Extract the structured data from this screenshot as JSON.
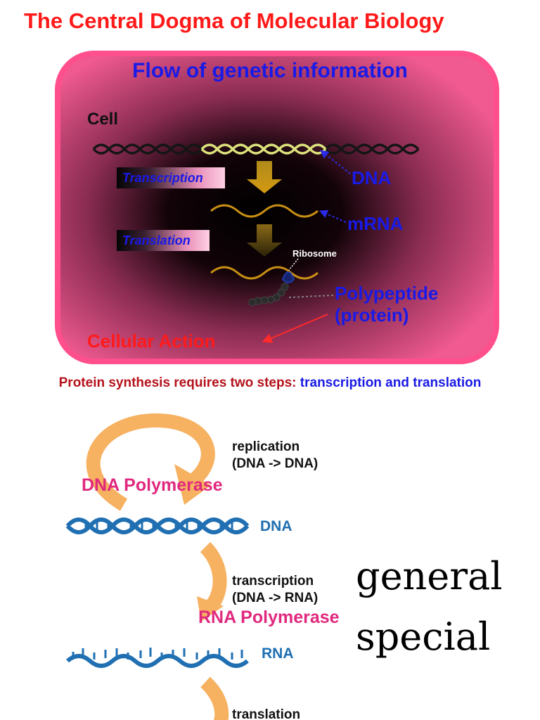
{
  "title": "The Central Dogma of Molecular Biology",
  "panel": {
    "heading": "Flow of genetic information",
    "cell_label": "Cell",
    "step_transcription": "Transcription",
    "step_translation": "Translation",
    "dna_label": "DNA",
    "mrna_label": "mRNA",
    "ribosome_label": "Ribosome",
    "polypeptide_label": "Polypeptide",
    "protein_label": "(protein)",
    "action_label": "Cellular Action"
  },
  "summary": {
    "lead": "Protein synthesis requires two steps:",
    "steps": "transcription and translation"
  },
  "lower": {
    "replication": "replication",
    "replication_detail": "(DNA -> DNA)",
    "dna_polymerase": "DNA Polymerase",
    "dna": "DNA",
    "transcription": "transcription",
    "transcription_detail": "(DNA -> RNA)",
    "rna_polymerase": "RNA Polymerase",
    "rna": "RNA",
    "translation": "translation",
    "general": "general",
    "special": "special"
  },
  "colors": {
    "title_red": "#ff1a1a",
    "heading_blue": "#1a1ae6",
    "panel_pink": "#ff5d96",
    "arrow_orange": "#f6b161",
    "helix_blue": "#1f6fb2",
    "enzyme_magenta": "#e0287e"
  }
}
